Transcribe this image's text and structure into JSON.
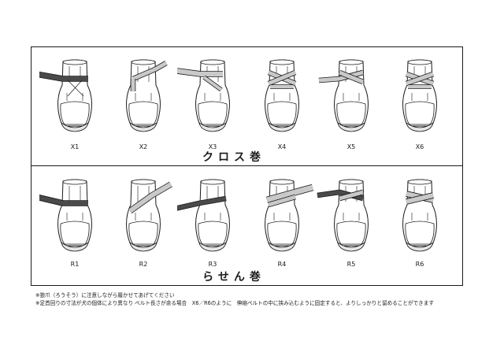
{
  "sections": [
    {
      "title": "クロス巻",
      "items": [
        {
          "label": "X1",
          "strap": "dark",
          "wrap": "cross",
          "step": 1
        },
        {
          "label": "X2",
          "strap": "light",
          "wrap": "cross",
          "step": 2
        },
        {
          "label": "X3",
          "strap": "light",
          "wrap": "cross",
          "step": 3
        },
        {
          "label": "X4",
          "strap": "light",
          "wrap": "cross",
          "step": 4
        },
        {
          "label": "X5",
          "strap": "light",
          "wrap": "cross",
          "step": 5
        },
        {
          "label": "X6",
          "strap": "light",
          "wrap": "cross",
          "step": 6
        }
      ]
    },
    {
      "title": "らせん巻",
      "items": [
        {
          "label": "R1",
          "strap": "dark",
          "wrap": "spiral",
          "step": 1
        },
        {
          "label": "R2",
          "strap": "light",
          "wrap": "spiral",
          "step": 2
        },
        {
          "label": "R3",
          "strap": "dark",
          "wrap": "spiral",
          "step": 3
        },
        {
          "label": "R4",
          "strap": "light",
          "wrap": "spiral",
          "step": 4
        },
        {
          "label": "R5",
          "strap": "dark",
          "wrap": "spiral",
          "step": 5
        },
        {
          "label": "R6",
          "strap": "light",
          "wrap": "spiral",
          "step": 6
        }
      ]
    }
  ],
  "notes": [
    "※狼爪（ろうそう）に注意しながら履かせてあげてください",
    "※足首回りの寸法が犬の個体により異なり ベルト長さが余る場合　X6／R6のように　伸縮ベルトの中に挟み込むように固定すると、よりしっかりと留めることができます"
  ],
  "colors": {
    "line": "#1a1a1a",
    "strap_dark": "#4a4a4a",
    "strap_light": "#c9c9c9",
    "boot": "#ffffff"
  }
}
